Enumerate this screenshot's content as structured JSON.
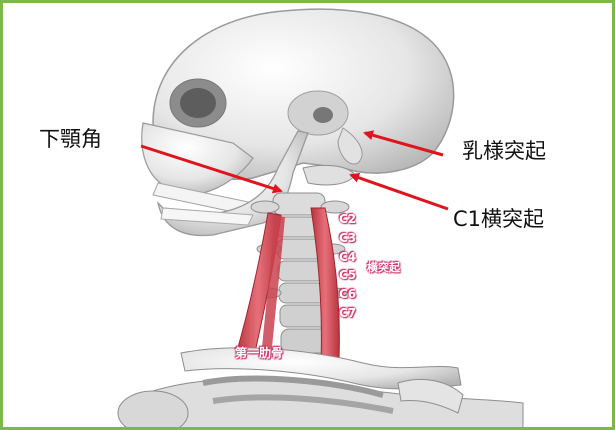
{
  "labels": {
    "mandible_angle": "下顎角",
    "mastoid_process": "乳様突起",
    "c1_transverse": "C1横突起",
    "transverse_process": "横突起",
    "first_rib": "第一肋骨"
  },
  "vertebrae": [
    "C2",
    "C3",
    "C4",
    "C5",
    "C6",
    "C7"
  ],
  "colors": {
    "frame": "#7db84a",
    "arrow": "#e0141c",
    "bone": "#e9e9e9",
    "muscle": "#d9505a",
    "label_pink": "#d6346a"
  }
}
